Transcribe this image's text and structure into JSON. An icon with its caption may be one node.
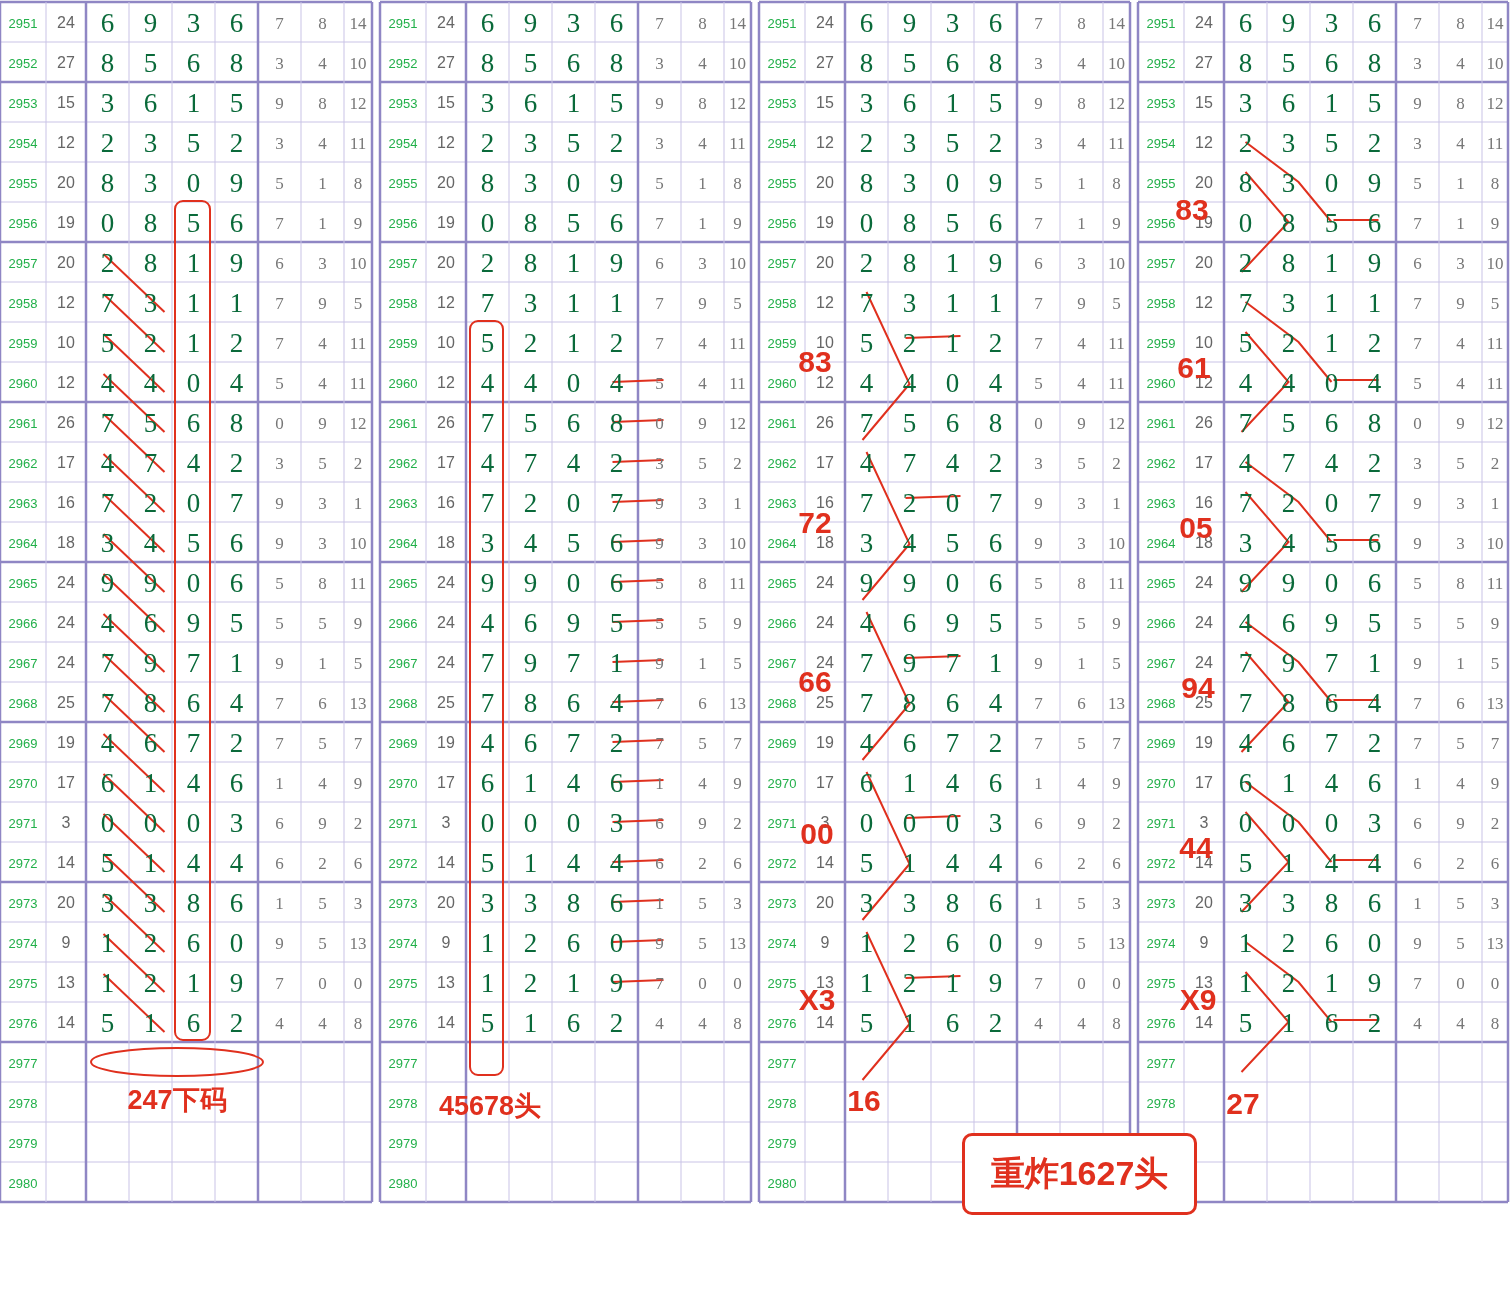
{
  "diagram": {
    "nodes": [
      {
        "text": [
          "重炸1627头"
        ]
      }
    ],
    "labels": [
      "2951",
      "24",
      "6",
      "9",
      "3",
      "6",
      "7",
      "8",
      "14",
      "2952",
      "27",
      "8",
      "5",
      "6",
      "8",
      "3",
      "4",
      "10",
      "2953",
      "15",
      "3",
      "6",
      "1",
      "5",
      "9",
      "8",
      "12",
      "2954",
      "12",
      "2",
      "3",
      "5",
      "2",
      "3",
      "4",
      "11",
      "2955",
      "20",
      "8",
      "3",
      "0",
      "9",
      "5",
      "1",
      "8",
      "2956",
      "19",
      "0",
      "8",
      "5",
      "6",
      "7",
      "1",
      "9",
      "2957",
      "20",
      "2",
      "8",
      "1",
      "9",
      "6",
      "3",
      "10",
      "2958",
      "12",
      "7",
      "3",
      "1",
      "1",
      "7",
      "9",
      "5",
      "2959",
      "10",
      "5",
      "2",
      "1",
      "2",
      "7",
      "4",
      "11",
      "2960",
      "12",
      "4",
      "4",
      "0",
      "4",
      "5",
      "4",
      "11",
      "2961",
      "26",
      "7",
      "5",
      "6",
      "8",
      "0",
      "9",
      "12",
      "2962",
      "17",
      "4",
      "7",
      "4",
      "2",
      "3",
      "5",
      "2",
      "2963",
      "16",
      "7",
      "2",
      "0",
      "7",
      "9",
      "3",
      "1",
      "2964",
      "18",
      "3",
      "4",
      "5",
      "6",
      "9",
      "3",
      "10",
      "2965",
      "24",
      "9",
      "9",
      "0",
      "6",
      "5",
      "8",
      "11",
      "2966",
      "24",
      "4",
      "6",
      "9",
      "5",
      "5",
      "5",
      "9",
      "2967",
      "24",
      "7",
      "9",
      "7",
      "1",
      "9",
      "1",
      "5",
      "2968",
      "25",
      "7",
      "8",
      "6",
      "4",
      "7",
      "6",
      "13",
      "2969",
      "19",
      "4",
      "6",
      "7",
      "2",
      "7",
      "5",
      "7",
      "2970",
      "17",
      "6",
      "1",
      "4",
      "6",
      "1",
      "4",
      "9",
      "2971",
      "3",
      "0",
      "0",
      "0",
      "3",
      "6",
      "9",
      "2",
      "2972",
      "14",
      "5",
      "1",
      "4",
      "4",
      "6",
      "2",
      "6",
      "2973",
      "20",
      "3",
      "3",
      "8",
      "6",
      "1",
      "5",
      "3",
      "2974",
      "9",
      "1",
      "2",
      "6",
      "0",
      "9",
      "5",
      "13",
      "2975",
      "13",
      "1",
      "2",
      "1",
      "9",
      "7",
      "0",
      "0",
      "2976",
      "14",
      "5",
      "1",
      "6",
      "2",
      "4",
      "4",
      "8",
      "2977",
      "2978",
      "2979",
      "2980",
      "2951",
      "24",
      "6",
      "9",
      "3",
      "6",
      "7",
      "8",
      "14",
      "2952",
      "27",
      "8",
      "5",
      "6",
      "8",
      "3",
      "4",
      "10",
      "2953",
      "15",
      "3",
      "6",
      "1",
      "5",
      "9",
      "8",
      "12",
      "2954",
      "12",
      "2",
      "3",
      "5",
      "2",
      "3",
      "4",
      "11",
      "2955",
      "20",
      "8",
      "3",
      "0",
      "9",
      "5",
      "1",
      "8",
      "2956",
      "19",
      "0",
      "8",
      "5",
      "6",
      "7",
      "1",
      "9",
      "2957",
      "20",
      "2",
      "8",
      "1",
      "9",
      "6",
      "3",
      "10",
      "2958",
      "12",
      "7",
      "3",
      "1",
      "1",
      "7",
      "9",
      "5",
      "2959",
      "10",
      "5",
      "2",
      "1",
      "2",
      "7",
      "4",
      "11",
      "2960",
      "12",
      "4",
      "4",
      "0",
      "4",
      "5",
      "4",
      "11",
      "2961",
      "26",
      "7",
      "5",
      "6",
      "8",
      "0",
      "9",
      "12",
      "2962",
      "17",
      "4",
      "7",
      "4",
      "2",
      "3",
      "5",
      "2",
      "2963",
      "16",
      "7",
      "2",
      "0",
      "7",
      "9",
      "3",
      "1",
      "2964",
      "18",
      "3",
      "4",
      "5",
      "6",
      "9",
      "3",
      "10",
      "2965",
      "24",
      "9",
      "9",
      "0",
      "6",
      "5",
      "8",
      "11",
      "2966",
      "24",
      "4",
      "6",
      "9",
      "5",
      "5",
      "5",
      "9",
      "2967",
      "24",
      "7",
      "9",
      "7",
      "1",
      "9",
      "1",
      "5",
      "2968",
      "25",
      "7",
      "8",
      "6",
      "4",
      "7",
      "6",
      "13",
      "2969",
      "19",
      "4",
      "6",
      "7",
      "2",
      "7",
      "5",
      "7",
      "2970",
      "17",
      "6",
      "1",
      "4",
      "6",
      "1",
      "4",
      "9",
      "2971",
      "3",
      "0",
      "0",
      "0",
      "3",
      "6",
      "9",
      "2",
      "2972",
      "14",
      "5",
      "1",
      "4",
      "4",
      "6",
      "2",
      "6",
      "2973",
      "20",
      "3",
      "3",
      "8",
      "6",
      "1",
      "5",
      "3",
      "2974",
      "9",
      "1",
      "2",
      "6",
      "0",
      "9",
      "5",
      "13",
      "2975",
      "13",
      "1",
      "2",
      "1",
      "9",
      "7",
      "0",
      "0",
      "2976",
      "14",
      "5",
      "1",
      "6",
      "2",
      "4",
      "4",
      "8",
      "2977",
      "2978",
      "2979",
      "2980",
      "2951",
      "24",
      "6",
      "9",
      "3",
      "6",
      "7",
      "8",
      "14",
      "2952",
      "27",
      "8",
      "5",
      "6",
      "8",
      "3",
      "4",
      "10",
      "2953",
      "15",
      "3",
      "6",
      "1",
      "5",
      "9",
      "8",
      "12",
      "2954",
      "12",
      "2",
      "3",
      "5",
      "2",
      "3",
      "4",
      "11",
      "2955",
      "20",
      "8",
      "3",
      "0",
      "9",
      "5",
      "1",
      "8",
      "2956",
      "19",
      "0",
      "8",
      "5",
      "6",
      "7",
      "1",
      "9",
      "2957",
      "20",
      "2",
      "8",
      "1",
      "9",
      "6",
      "3",
      "10",
      "2958",
      "12",
      "7",
      "3",
      "1",
      "1",
      "7",
      "9",
      "5",
      "2959",
      "10",
      "5",
      "2",
      "1",
      "2",
      "7",
      "4",
      "11",
      "2960",
      "12",
      "4",
      "4",
      "0",
      "4",
      "5",
      "4",
      "11",
      "2961",
      "26",
      "7",
      "5",
      "6",
      "8",
      "0",
      "9",
      "12",
      "2962",
      "17",
      "4",
      "7",
      "4",
      "2",
      "3",
      "5",
      "2",
      "2963",
      "16",
      "7",
      "2",
      "0",
      "7",
      "9",
      "3",
      "1",
      "2964",
      "18",
      "3",
      "4",
      "5",
      "6",
      "9",
      "3",
      "10",
      "2965",
      "24",
      "9",
      "9",
      "0",
      "6",
      "5",
      "8",
      "11",
      "2966",
      "24",
      "4",
      "6",
      "9",
      "5",
      "5",
      "5",
      "9",
      "2967",
      "24",
      "7",
      "9",
      "7",
      "1",
      "9",
      "1",
      "5",
      "2968",
      "25",
      "7",
      "8",
      "6",
      "4",
      "7",
      "6",
      "13",
      "2969",
      "19",
      "4",
      "6",
      "7",
      "2",
      "7",
      "5",
      "7",
      "2970",
      "17",
      "6",
      "1",
      "4",
      "6",
      "1",
      "4",
      "9",
      "2971",
      "3",
      "0",
      "0",
      "0",
      "3",
      "6",
      "9",
      "2",
      "2972",
      "14",
      "5",
      "1",
      "4",
      "4",
      "6",
      "2",
      "6",
      "2973",
      "20",
      "3",
      "3",
      "8",
      "6",
      "1",
      "5",
      "3",
      "2974",
      "9",
      "1",
      "2",
      "6",
      "0",
      "9",
      "5",
      "13",
      "2975",
      "13",
      "1",
      "2",
      "1",
      "9",
      "7",
      "0",
      "0",
      "2976",
      "14",
      "5",
      "1",
      "6",
      "2",
      "4",
      "4",
      "8",
      "2977",
      "2978",
      "2979",
      "2980",
      "2951",
      "24",
      "6",
      "9",
      "3",
      "6",
      "7",
      "8",
      "14",
      "2952",
      "27",
      "8",
      "5",
      "6",
      "8",
      "3",
      "4",
      "10",
      "2953",
      "15",
      "3",
      "6",
      "1",
      "5",
      "9",
      "8",
      "12",
      "2954",
      "12",
      "2",
      "3",
      "5",
      "2",
      "3",
      "4",
      "11",
      "2955",
      "20",
      "8",
      "3",
      "0",
      "9",
      "5",
      "1",
      "8",
      "2956",
      "19",
      "0",
      "8",
      "5",
      "6",
      "7",
      "1",
      "9",
      "2957",
      "20",
      "2",
      "8",
      "1",
      "9",
      "6",
      "3",
      "10",
      "2958",
      "12",
      "7",
      "3",
      "1",
      "1",
      "7",
      "9",
      "5",
      "2959",
      "10",
      "5",
      "2",
      "1",
      "2",
      "7",
      "4",
      "11",
      "2960",
      "12",
      "4",
      "4",
      "0",
      "4",
      "5",
      "4",
      "11",
      "2961",
      "26",
      "7",
      "5",
      "6",
      "8",
      "0",
      "9",
      "12",
      "2962",
      "17",
      "4",
      "7",
      "4",
      "2",
      "3",
      "5",
      "2",
      "2963",
      "16",
      "7",
      "2",
      "0",
      "7",
      "9",
      "3",
      "1",
      "2964",
      "18",
      "3",
      "4",
      "5",
      "6",
      "9",
      "3",
      "10",
      "2965",
      "24",
      "9",
      "9",
      "0",
      "6",
      "5",
      "8",
      "11",
      "2966",
      "24",
      "4",
      "6",
      "9",
      "5",
      "5",
      "5",
      "9",
      "2967",
      "24",
      "7",
      "9",
      "7",
      "1",
      "9",
      "1",
      "5",
      "2968",
      "25",
      "7",
      "8",
      "6",
      "4",
      "7",
      "6",
      "13",
      "2969",
      "19",
      "4",
      "6",
      "7",
      "2",
      "7",
      "5",
      "7",
      "2970",
      "17",
      "6",
      "1",
      "4",
      "6",
      "1",
      "4",
      "9",
      "2971",
      "3",
      "0",
      "0",
      "0",
      "3",
      "6",
      "9",
      "2",
      "2972",
      "14",
      "5",
      "1",
      "4",
      "4",
      "6",
      "2",
      "6",
      "2973",
      "20",
      "3",
      "3",
      "8",
      "6",
      "1",
      "5",
      "3",
      "2974",
      "9",
      "1",
      "2",
      "6",
      "0",
      "9",
      "5",
      "13",
      "2975",
      "13",
      "1",
      "2",
      "1",
      "9",
      "7",
      "0",
      "0",
      "2976",
      "14",
      "5",
      "1",
      "6",
      "2",
      "4",
      "4",
      "8",
      "2977",
      "2978",
      "247下码",
      "45678头",
      "83",
      "72",
      "66",
      "00",
      "X3",
      "16",
      "83",
      "61",
      "05",
      "94",
      "44",
      "X9",
      "27"
    ]
  }
}
